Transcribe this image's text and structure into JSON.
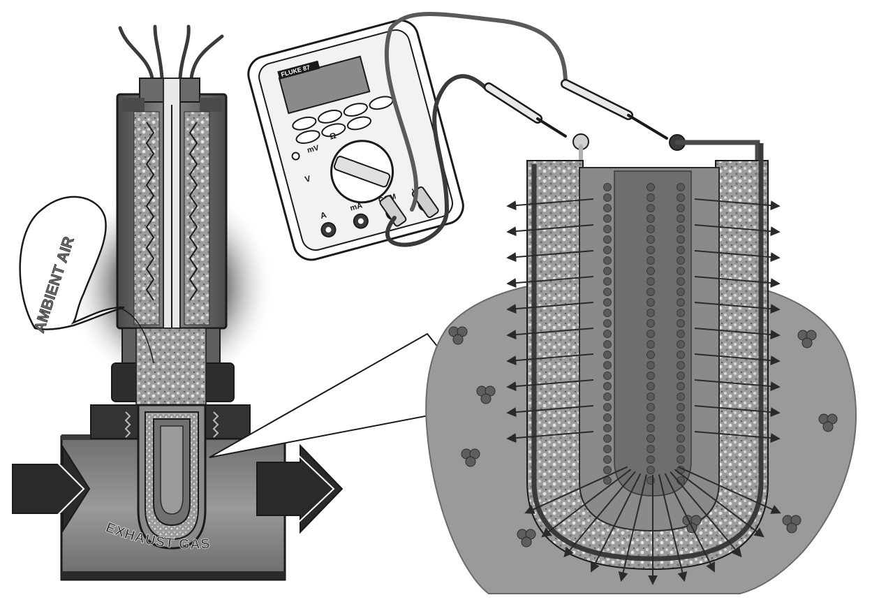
{
  "labels": {
    "ambient_air": "AMBIENT AIR",
    "exhaust_gas": "EXHAUST GAS"
  },
  "multimeter": {
    "brand": "FLUKE 87",
    "ports": {
      "a": "A",
      "ma": "mA",
      "com": "COM",
      "volt": "VΩ"
    },
    "dial_marks": {
      "mv": "mV",
      "ohm": "Ω",
      "volt": "V"
    }
  },
  "colors": {
    "ink": "#1a1a1a",
    "dark": "#3a3a3a",
    "mid": "#7a7a7a",
    "light": "#b4b4b4",
    "paper": "#ffffff",
    "zirconia": "#8c8c8c",
    "gas": "#9a9a9a"
  }
}
